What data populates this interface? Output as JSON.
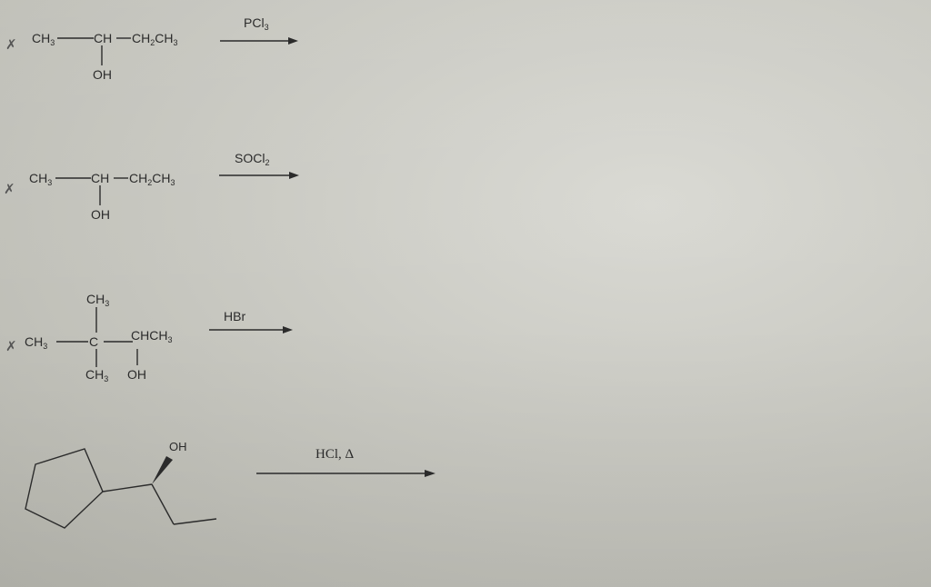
{
  "reactions": [
    {
      "reactant": {
        "p1": "CH",
        "p1_sub": "3",
        "p2": "CH",
        "p3": "CH",
        "p3_sub": "2",
        "p4": "CH",
        "p4_sub": "3",
        "oh": "OH"
      },
      "reagent": {
        "text": "PCl",
        "sub": "3"
      }
    },
    {
      "reactant": {
        "p1": "CH",
        "p1_sub": "3",
        "p2": "CH",
        "p3": "CH",
        "p3_sub": "2",
        "p4": "CH",
        "p4_sub": "3",
        "oh": "OH"
      },
      "reagent": {
        "text": "SOCl",
        "sub": "2"
      }
    },
    {
      "reactant": {
        "top": "CH",
        "top_sub": "3",
        "left": "CH",
        "left_sub": "3",
        "center": "C",
        "right": "CHCH",
        "right_sub": "3",
        "bottom": "CH",
        "bottom_sub": "3",
        "oh": "OH"
      },
      "reagent": {
        "text": "HBr"
      }
    },
    {
      "reactant": {
        "oh": "OH"
      },
      "reagent": {
        "text": "HCl, Δ"
      }
    }
  ],
  "margin_marks": [
    "✗",
    "✗",
    "✗"
  ]
}
